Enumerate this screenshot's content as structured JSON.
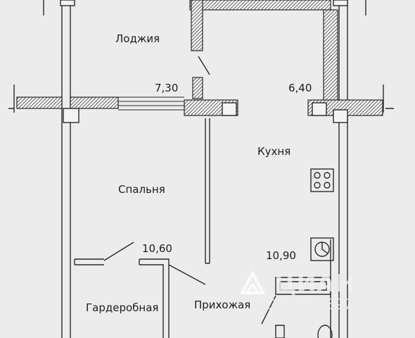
{
  "plan": {
    "rooms": [
      {
        "id": "loggia",
        "name": "Лоджия",
        "area": "7,30"
      },
      {
        "id": "kitchen",
        "name": "Кухня",
        "area": "6,40"
      },
      {
        "id": "bedroom",
        "name": "Спальня",
        "area": "10,60"
      },
      {
        "id": "hall",
        "name": "Прихожая",
        "area": "10,90"
      },
      {
        "id": "wardrobe",
        "name": "Гардеробная"
      }
    ],
    "colors": {
      "background": "#ececec",
      "line": "#2a2a2a",
      "hatch": "#555555"
    }
  },
  "watermark": {
    "brand": "ЦИАН",
    "id_text": "ID 322883977"
  }
}
